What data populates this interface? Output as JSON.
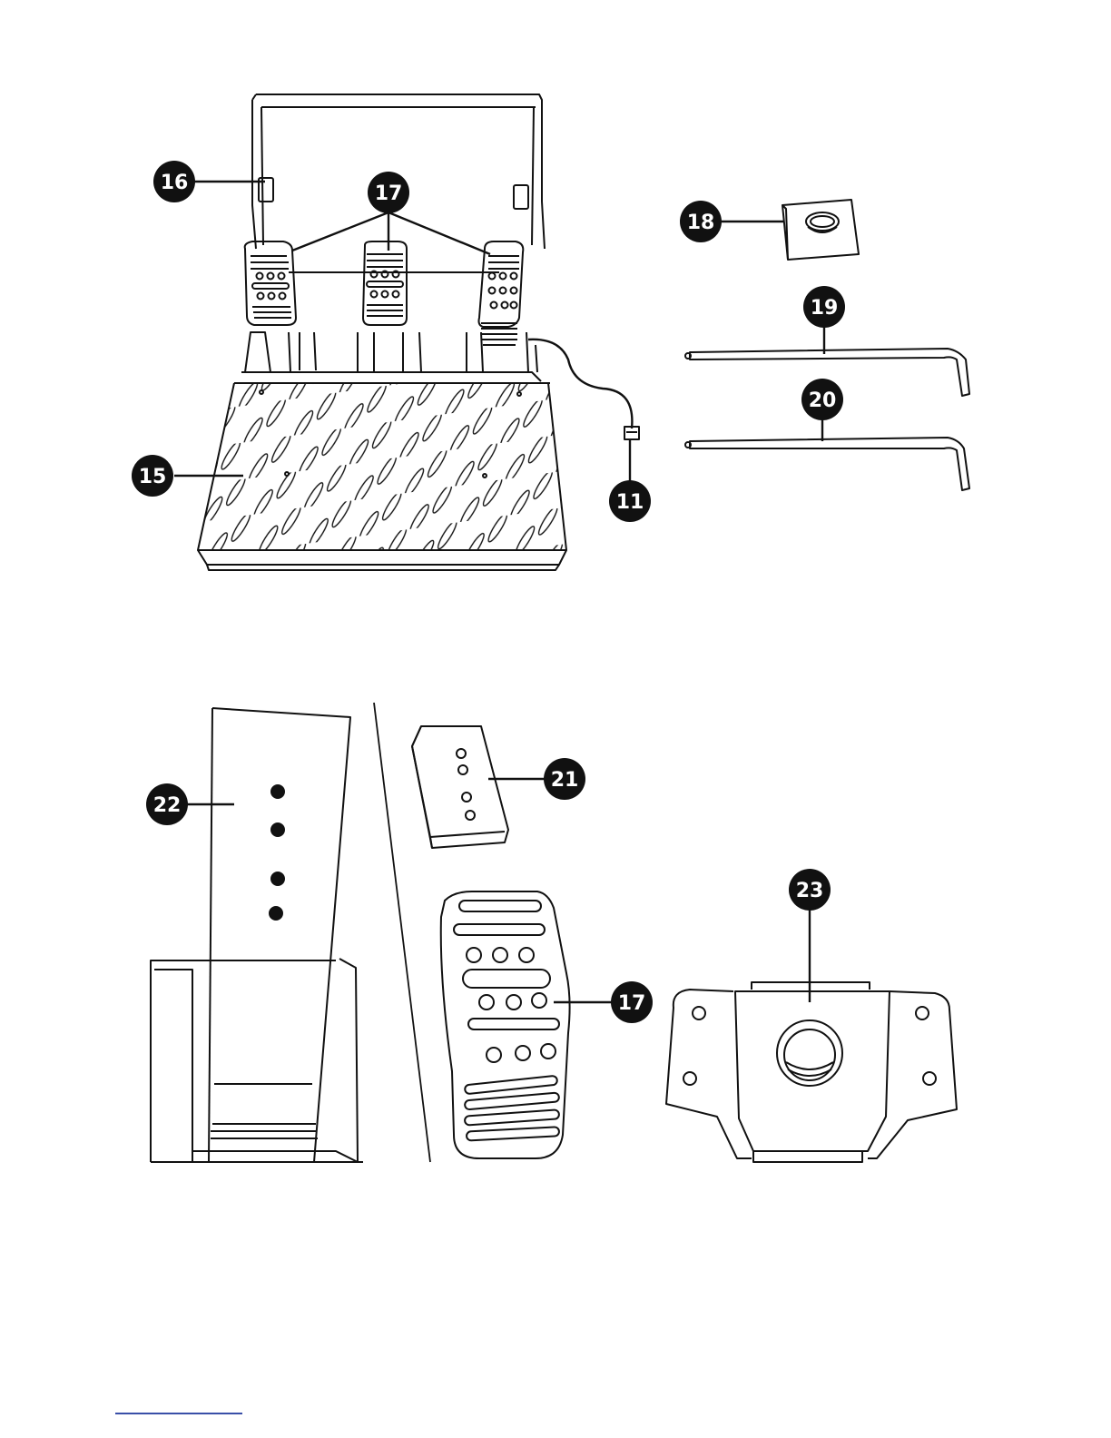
{
  "callouts": {
    "c11": "11",
    "c15": "15",
    "c16": "16",
    "c17_top": "17",
    "c18": "18",
    "c19": "19",
    "c20": "20",
    "c21": "21",
    "c22": "22",
    "c17_bottom": "17",
    "c23": "23"
  },
  "colors": {
    "line": "#111111",
    "callout_fill": "#111111",
    "footer_rule": "#3a4fa8"
  },
  "icons": [
    "pedal-set-icon",
    "nut-icon",
    "hex-key-icon",
    "pedal-arm-icon",
    "pedal-spacer-icon",
    "pedal-pad-icon",
    "mounting-plate-icon"
  ]
}
